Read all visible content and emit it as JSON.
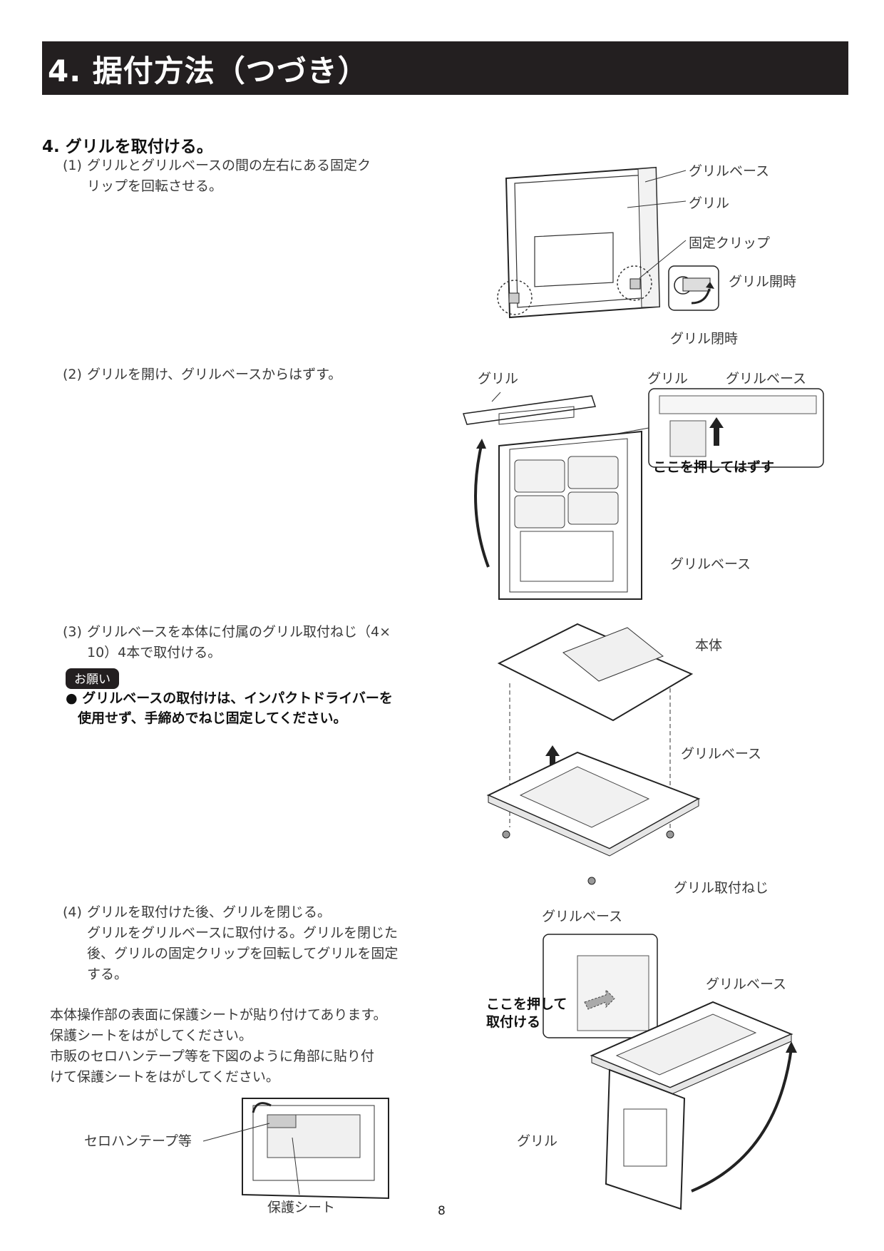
{
  "header": {
    "title": "4. 据付方法（つづき）"
  },
  "step": {
    "heading": "4. グリルを取付ける。"
  },
  "substeps": [
    {
      "num": "(1)",
      "lines": [
        "グリルとグリルベースの間の左右にある固定ク",
        "リップを回転させる。"
      ]
    },
    {
      "num": "(2)",
      "lines": [
        "グリルを開け、グリルベースからはずす。"
      ]
    },
    {
      "num": "(3)",
      "lines": [
        "グリルベースを本体に付属のグリル取付ねじ（4×",
        "10）4本で取付ける。"
      ]
    },
    {
      "num": "(4)",
      "lines": [
        "グリルを取付けた後、グリルを閉じる。",
        "グリルをグリルベースに取付ける。グリルを閉じた",
        "後、グリルの固定クリップを回転してグリルを固定",
        "する。"
      ]
    }
  ],
  "notice": {
    "badge": "お願い",
    "lines": [
      "● グリルベースの取付けは、インパクトドライバーを",
      "使用せず、手締めでねじ固定してください。"
    ]
  },
  "protect_note": {
    "lines": [
      "本体操作部の表面に保護シートが貼り付けてあります。",
      "保護シートをはがしてください。",
      "市販のセロハンテープ等を下図のように角部に貼り付",
      "けて保護シートをはがしてください。"
    ]
  },
  "figures": {
    "fig1": {
      "grille_base": "グリルベース",
      "grille": "グリル",
      "clip": "固定クリップ",
      "open": "グリル開時",
      "closed": "グリル閉時"
    },
    "fig2": {
      "grille_left": "グリル",
      "grille_inset": "グリル",
      "grille_base_inset": "グリルベース",
      "push_release": "ここを押してはずす",
      "grille_base_bottom": "グリルベース"
    },
    "fig3": {
      "body": "本体",
      "grille_base": "グリルベース",
      "screw": "グリル取付ねじ"
    },
    "fig4": {
      "grille_base_top": "グリルベース",
      "grille_base_right": "グリルベース",
      "push_attach_1": "ここを押して",
      "push_attach_2": "取付ける",
      "grille": "グリル"
    },
    "fig5": {
      "tape": "セロハンテープ等",
      "sheet": "保護シート"
    }
  },
  "page": {
    "number": "8"
  }
}
